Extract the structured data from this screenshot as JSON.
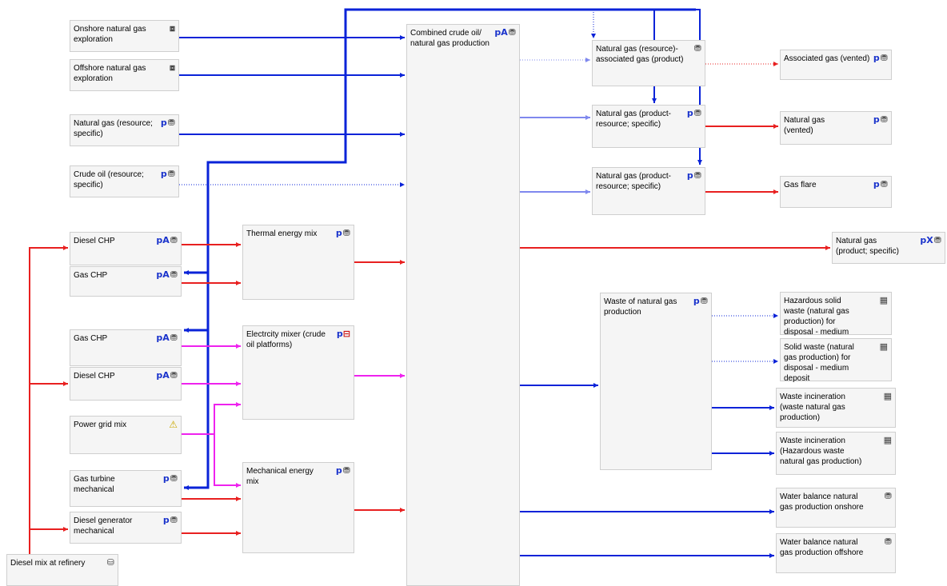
{
  "colors": {
    "blue": "#0a23d8",
    "red": "#e82020",
    "magenta": "#ee22ee",
    "lightblue": "#7f88ee",
    "box_fill": "#f5f5f5"
  },
  "processes": {
    "onshore_expl": {
      "label": "Onshore natural gas exploration",
      "icon": "chart-icon",
      "flags": ""
    },
    "offshore_expl": {
      "label": "Offshore natural gas exploration",
      "icon": "chart-icon",
      "flags": ""
    },
    "ng_resource": {
      "label": "Natural gas (resource; specific)",
      "icon": "process-icon",
      "flags": "p"
    },
    "crude_resource": {
      "label": "Crude oil (resource; specific)",
      "icon": "process-icon",
      "flags": "p"
    },
    "diesel_chp_1": {
      "label": "Diesel CHP",
      "icon": "process-icon",
      "flags": "pA"
    },
    "gas_chp_1": {
      "label": "Gas CHP",
      "icon": "process-icon",
      "flags": "pA"
    },
    "gas_chp_2": {
      "label": "Gas CHP",
      "icon": "process-icon",
      "flags": "pA"
    },
    "diesel_chp_2": {
      "label": "Diesel CHP",
      "icon": "process-icon",
      "flags": "pA"
    },
    "power_grid": {
      "label": "Power grid mix",
      "icon": "warning-icon",
      "flags": ""
    },
    "gas_turbine": {
      "label": "Gas turbine mechanical",
      "icon": "process-icon",
      "flags": "p"
    },
    "diesel_gen": {
      "label": "Diesel generator mechanical",
      "icon": "process-icon",
      "flags": "p"
    },
    "diesel_mix": {
      "label": "Diesel mix at refinery",
      "icon": "mix-icon",
      "flags": ""
    },
    "thermal_mix": {
      "label": "Thermal energy mix",
      "icon": "process-icon",
      "flags": "p"
    },
    "elec_mixer": {
      "label": "Electrcity mixer (crude oil platforms)",
      "icon": "plan-icon",
      "flags": "p"
    },
    "mech_mix": {
      "label": "Mechanical energy mix",
      "icon": "process-icon",
      "flags": "p"
    },
    "combined": {
      "label": "Combined crude oil/ natural gas production",
      "icon": "process-icon",
      "flags": "pA"
    },
    "assoc_gas": {
      "label": "Natural gas (resource)-associated gas (product)",
      "icon": "process-icon",
      "flags": ""
    },
    "ng_prod_res_1": {
      "label": "Natural gas (product-resource; specific)",
      "icon": "process-icon",
      "flags": "p"
    },
    "ng_prod_res_2": {
      "label": "Natural gas (product-resource; specific)",
      "icon": "process-icon",
      "flags": "p"
    },
    "waste_ng": {
      "label": "Waste of natural gas production",
      "icon": "process-icon",
      "flags": "p"
    },
    "assoc_vented": {
      "label": "Associated gas (vented)",
      "icon": "process-icon",
      "flags": "p"
    },
    "ng_vented": {
      "label": "Natural gas (vented)",
      "icon": "process-icon",
      "flags": "p"
    },
    "gas_flare": {
      "label": "Gas flare",
      "icon": "process-icon",
      "flags": "p"
    },
    "ng_product": {
      "label": "Natural gas (product; specific)",
      "icon": "process-icon",
      "flags": "pX"
    },
    "haz_solid": {
      "label": "Hazardous solid waste (natural gas production) for disposal - medium deposit",
      "icon": "grid-icon",
      "flags": ""
    },
    "solid_waste": {
      "label": "Solid waste (natural gas production) for disposal - medium deposit",
      "icon": "grid-icon",
      "flags": ""
    },
    "waste_incin_1": {
      "label": "Waste incineration (waste natural gas production)",
      "icon": "grid-icon",
      "flags": ""
    },
    "waste_incin_2": {
      "label": "Waste incineration (Hazardous waste natural gas production)",
      "icon": "grid-icon",
      "flags": ""
    },
    "water_on": {
      "label": "Water balance natural gas production onshore",
      "icon": "process-icon",
      "flags": ""
    },
    "water_off": {
      "label": "Water balance natural gas production offshore",
      "icon": "process-icon",
      "flags": ""
    }
  }
}
